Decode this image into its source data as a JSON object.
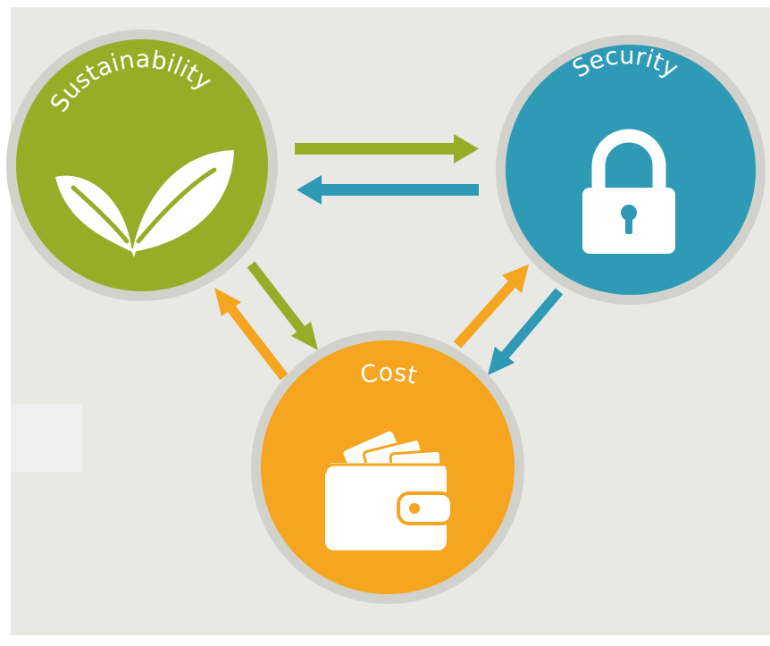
{
  "nodes": {
    "sustainability": {
      "label": "Sustainability",
      "color": "#97ad28",
      "icon": "leaf-icon"
    },
    "security": {
      "label": "Security",
      "color": "#2e9ab6",
      "icon": "lock-icon"
    },
    "cost": {
      "label": "Cost",
      "color": "#f5a51f",
      "icon": "wallet-icon"
    }
  },
  "colors": {
    "background": "#e8e8e5",
    "ring": "#d2d2cc",
    "icon": "#ffffff",
    "arrow_green": "#97ad28",
    "arrow_blue": "#2e9ab6",
    "arrow_orange": "#f5a51f"
  }
}
